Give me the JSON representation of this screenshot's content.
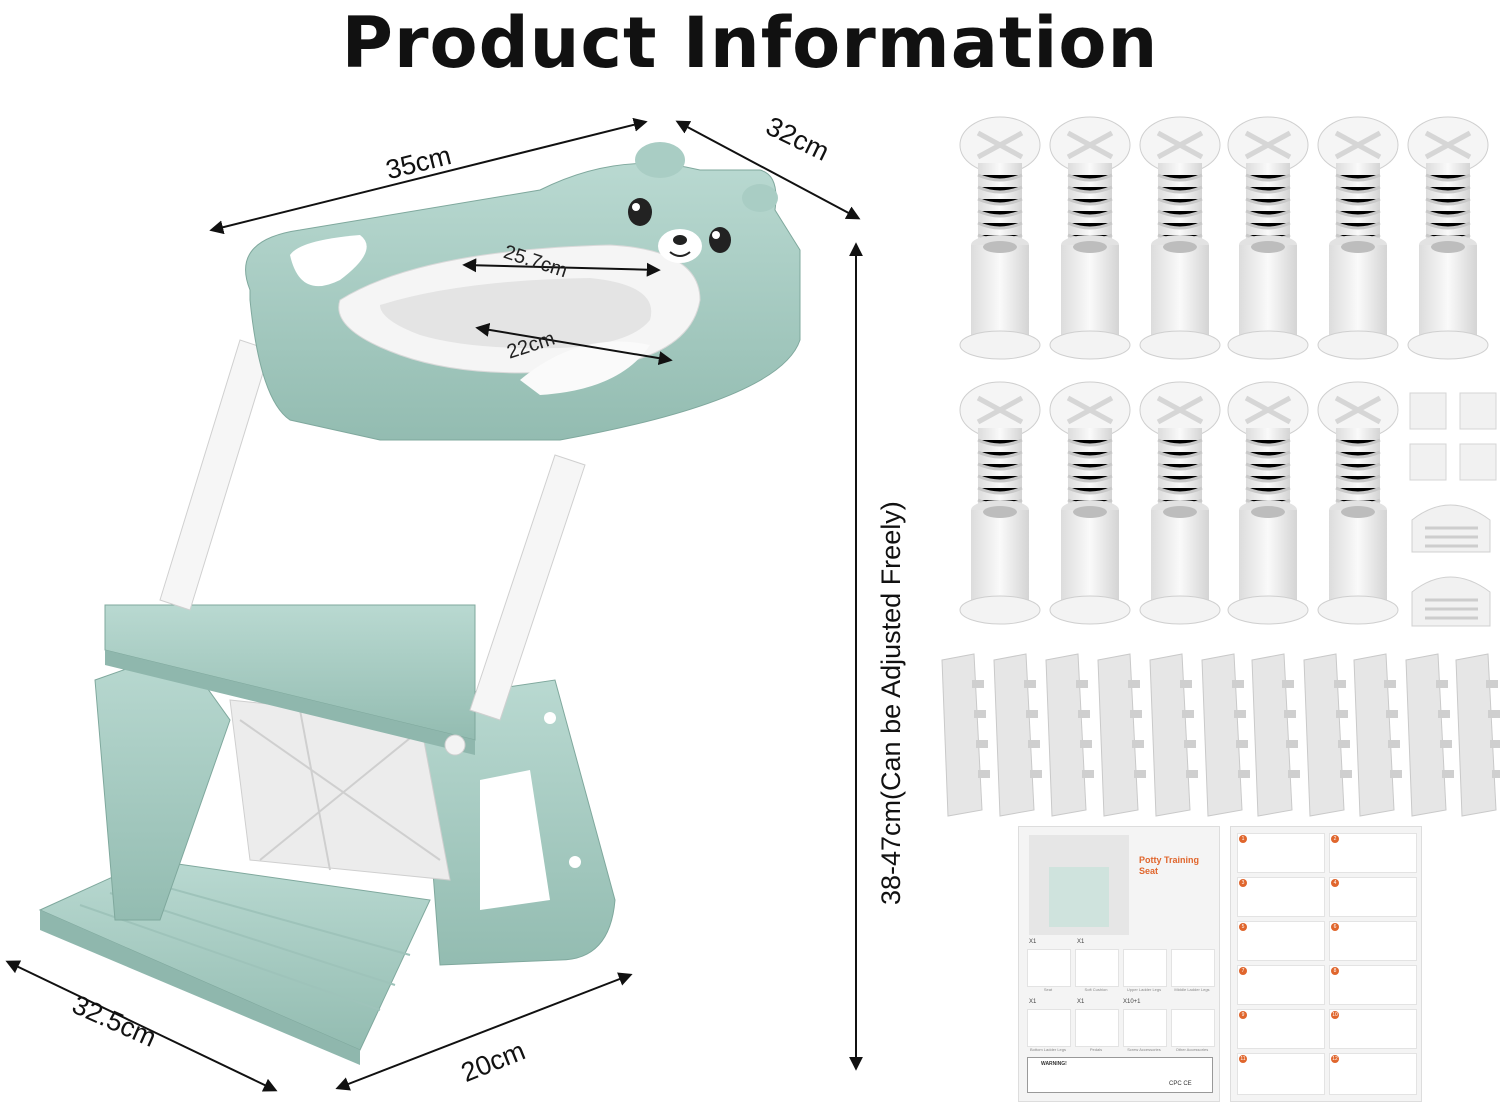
{
  "title": "Product Information",
  "dimensions": {
    "top_width": "35cm",
    "top_depth": "32cm",
    "height": "38-47cm(Can be Adjusted Freely)",
    "seat_outer": "25.7cm",
    "seat_inner": "22cm",
    "base_depth": "32.5cm",
    "base_width": "20cm"
  },
  "manual_left": {
    "heading": "Potty Training Seat",
    "parts": [
      {
        "qty": "X1",
        "label": "Seat"
      },
      {
        "qty": "X1",
        "label": "Soft Cushion"
      },
      {
        "qty": "",
        "label": "Upper Ladder Legs"
      },
      {
        "qty": "",
        "label": "Middle Ladder Legs"
      },
      {
        "qty": "X1",
        "label": "Bottom Ladder Legs"
      },
      {
        "qty": "X1",
        "label": "Pedals"
      },
      {
        "qty": "X10+1",
        "label": "Screw Accessories"
      },
      {
        "qty": "",
        "label": "Other Accessories"
      }
    ],
    "warning_heading": "WARNING!",
    "cert": "CPC CE"
  },
  "manual_right": {
    "steps": [
      "1",
      "2",
      "3",
      "4",
      "5",
      "6",
      "7",
      "8",
      "9",
      "10",
      "11",
      "12"
    ]
  },
  "colors": {
    "mint": "#a9cdc4",
    "mint_dark": "#8fb7ad",
    "white_plastic": "#f2f2f2",
    "accent": "#e0662d"
  }
}
